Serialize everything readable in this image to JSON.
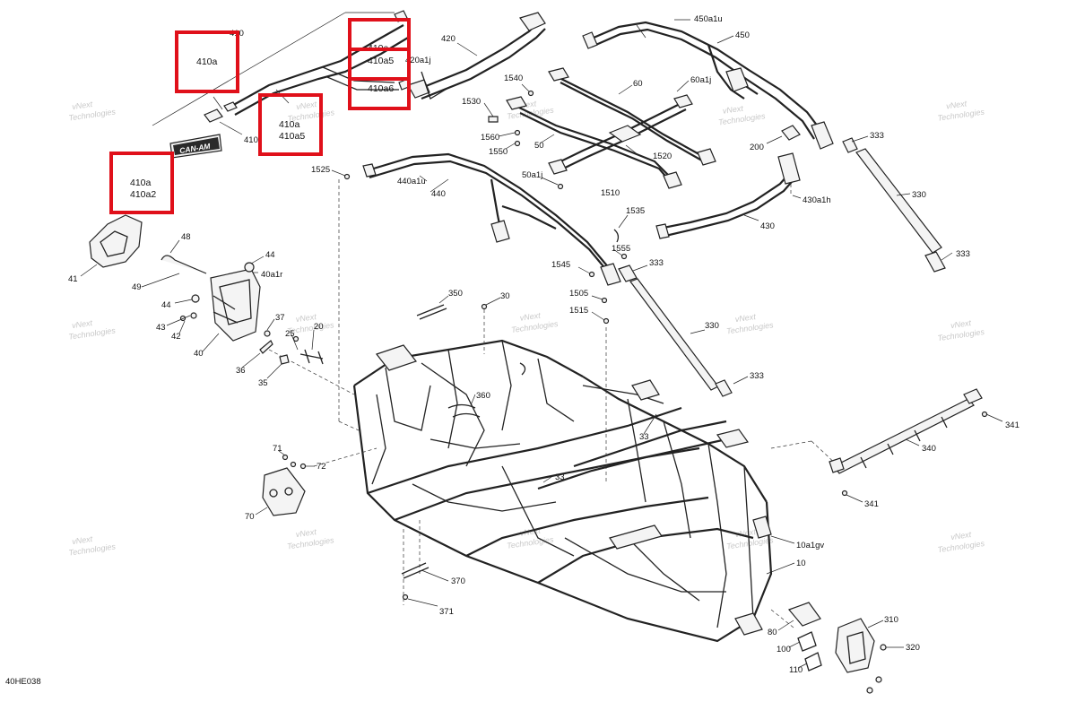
{
  "diagram": {
    "footer_code": "40HE038",
    "watermark": [
      "vNext",
      "Technologies"
    ],
    "logo_text": "CAN-AM",
    "highlight_boxes": [
      {
        "id": "hb1",
        "lines": [
          "410a"
        ]
      },
      {
        "id": "hb2",
        "lines": [
          "410a",
          "410a5"
        ]
      },
      {
        "id": "hb3",
        "lines": [
          "410a",
          "410a2"
        ]
      },
      {
        "id": "hb4",
        "lines": [
          "410a"
        ]
      },
      {
        "id": "hb5",
        "lines": [
          "410a5"
        ]
      },
      {
        "id": "hb6",
        "lines": [
          "410a6"
        ]
      }
    ],
    "labels": {
      "l410": "410",
      "l410top": "410",
      "l420": "420",
      "l420a1j": "420a1j",
      "l450a1u": "450a1u",
      "l450": "450",
      "l60": "60",
      "l60a1j": "60a1j",
      "l1540": "1540",
      "l1530": "1530",
      "l1560": "1560",
      "l1550": "1550",
      "l50": "50",
      "l1520": "1520",
      "l50a1j": "50a1j",
      "l1510": "1510",
      "l200": "200",
      "l333a": "333",
      "l330a": "330",
      "l430a1h": "430a1h",
      "l430": "430",
      "l333b": "333",
      "l1525": "1525",
      "l440a1u": "440a1u",
      "l440": "440",
      "l1535": "1535",
      "l1555": "1555",
      "l1545": "1545",
      "l333c": "333",
      "l1505": "1505",
      "l1515": "1515",
      "l330b": "330",
      "l333d": "333",
      "l350": "350",
      "l30": "30",
      "l360": "360",
      "l33a": "33",
      "l33b": "33",
      "l341a": "341",
      "l340": "340",
      "l341b": "341",
      "l48": "48",
      "l41": "41",
      "l49": "49",
      "l44a": "44",
      "l40a1r": "40a1r",
      "l44b": "44",
      "l43": "43",
      "l42": "42",
      "l37": "37",
      "l25": "25",
      "l20": "20",
      "l40": "40",
      "l36": "36",
      "l35": "35",
      "l71": "71",
      "l72": "72",
      "l70": "70",
      "l370": "370",
      "l371": "371",
      "l10a1gv": "10a1gv",
      "l10": "10",
      "l310": "310",
      "l80": "80",
      "l100": "100",
      "l320": "320",
      "l110": "110"
    }
  }
}
